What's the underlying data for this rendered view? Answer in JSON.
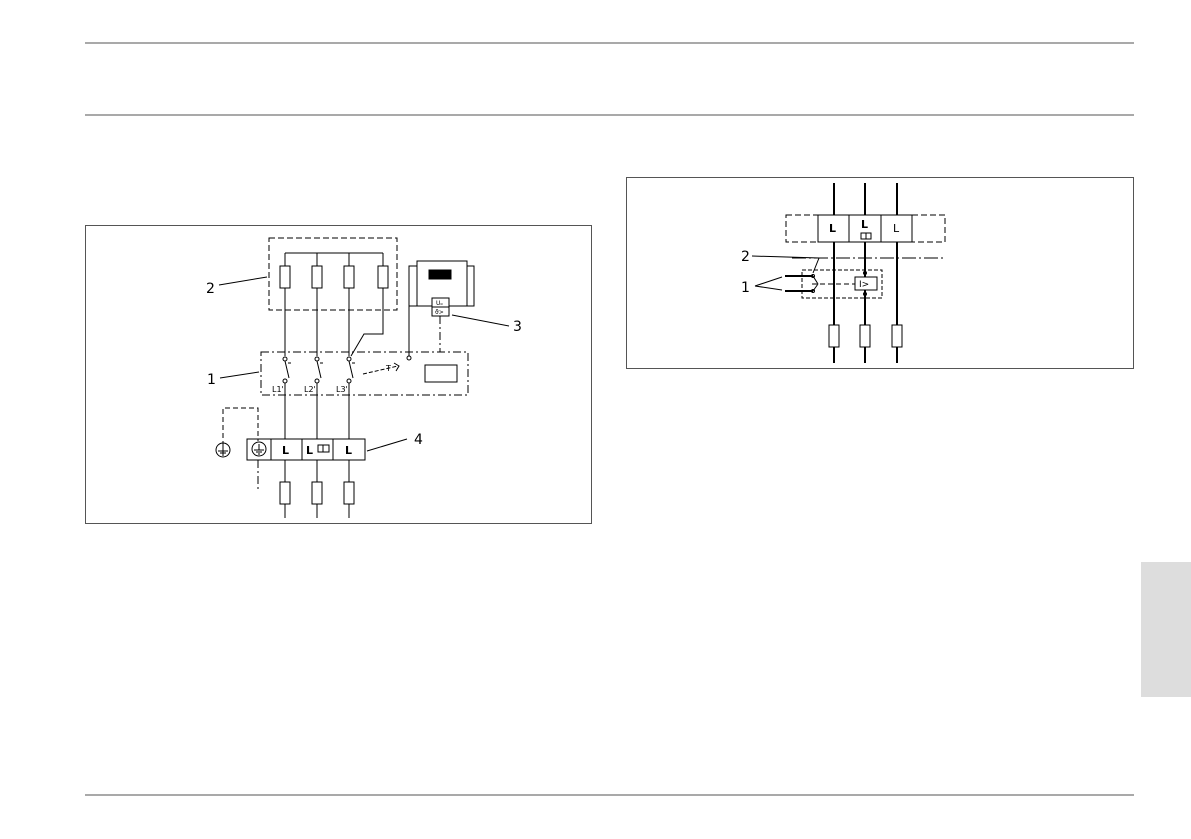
{
  "figure_left": {
    "callouts": {
      "c1": "1",
      "c2": "2",
      "c3": "3",
      "c4": "4"
    },
    "phase_labels": [
      "L1'",
      "L2'",
      "L3'"
    ],
    "terminal_labels": [
      "L",
      "L",
      "L"
    ],
    "sensor_labels": [
      "Uₒ",
      "ϑ>"
    ],
    "timer_label": "T"
  },
  "figure_right": {
    "callouts": {
      "c1": "1",
      "c2": "2"
    },
    "terminal_labels": [
      "L",
      "L",
      "L"
    ],
    "relay_label": "I>"
  }
}
